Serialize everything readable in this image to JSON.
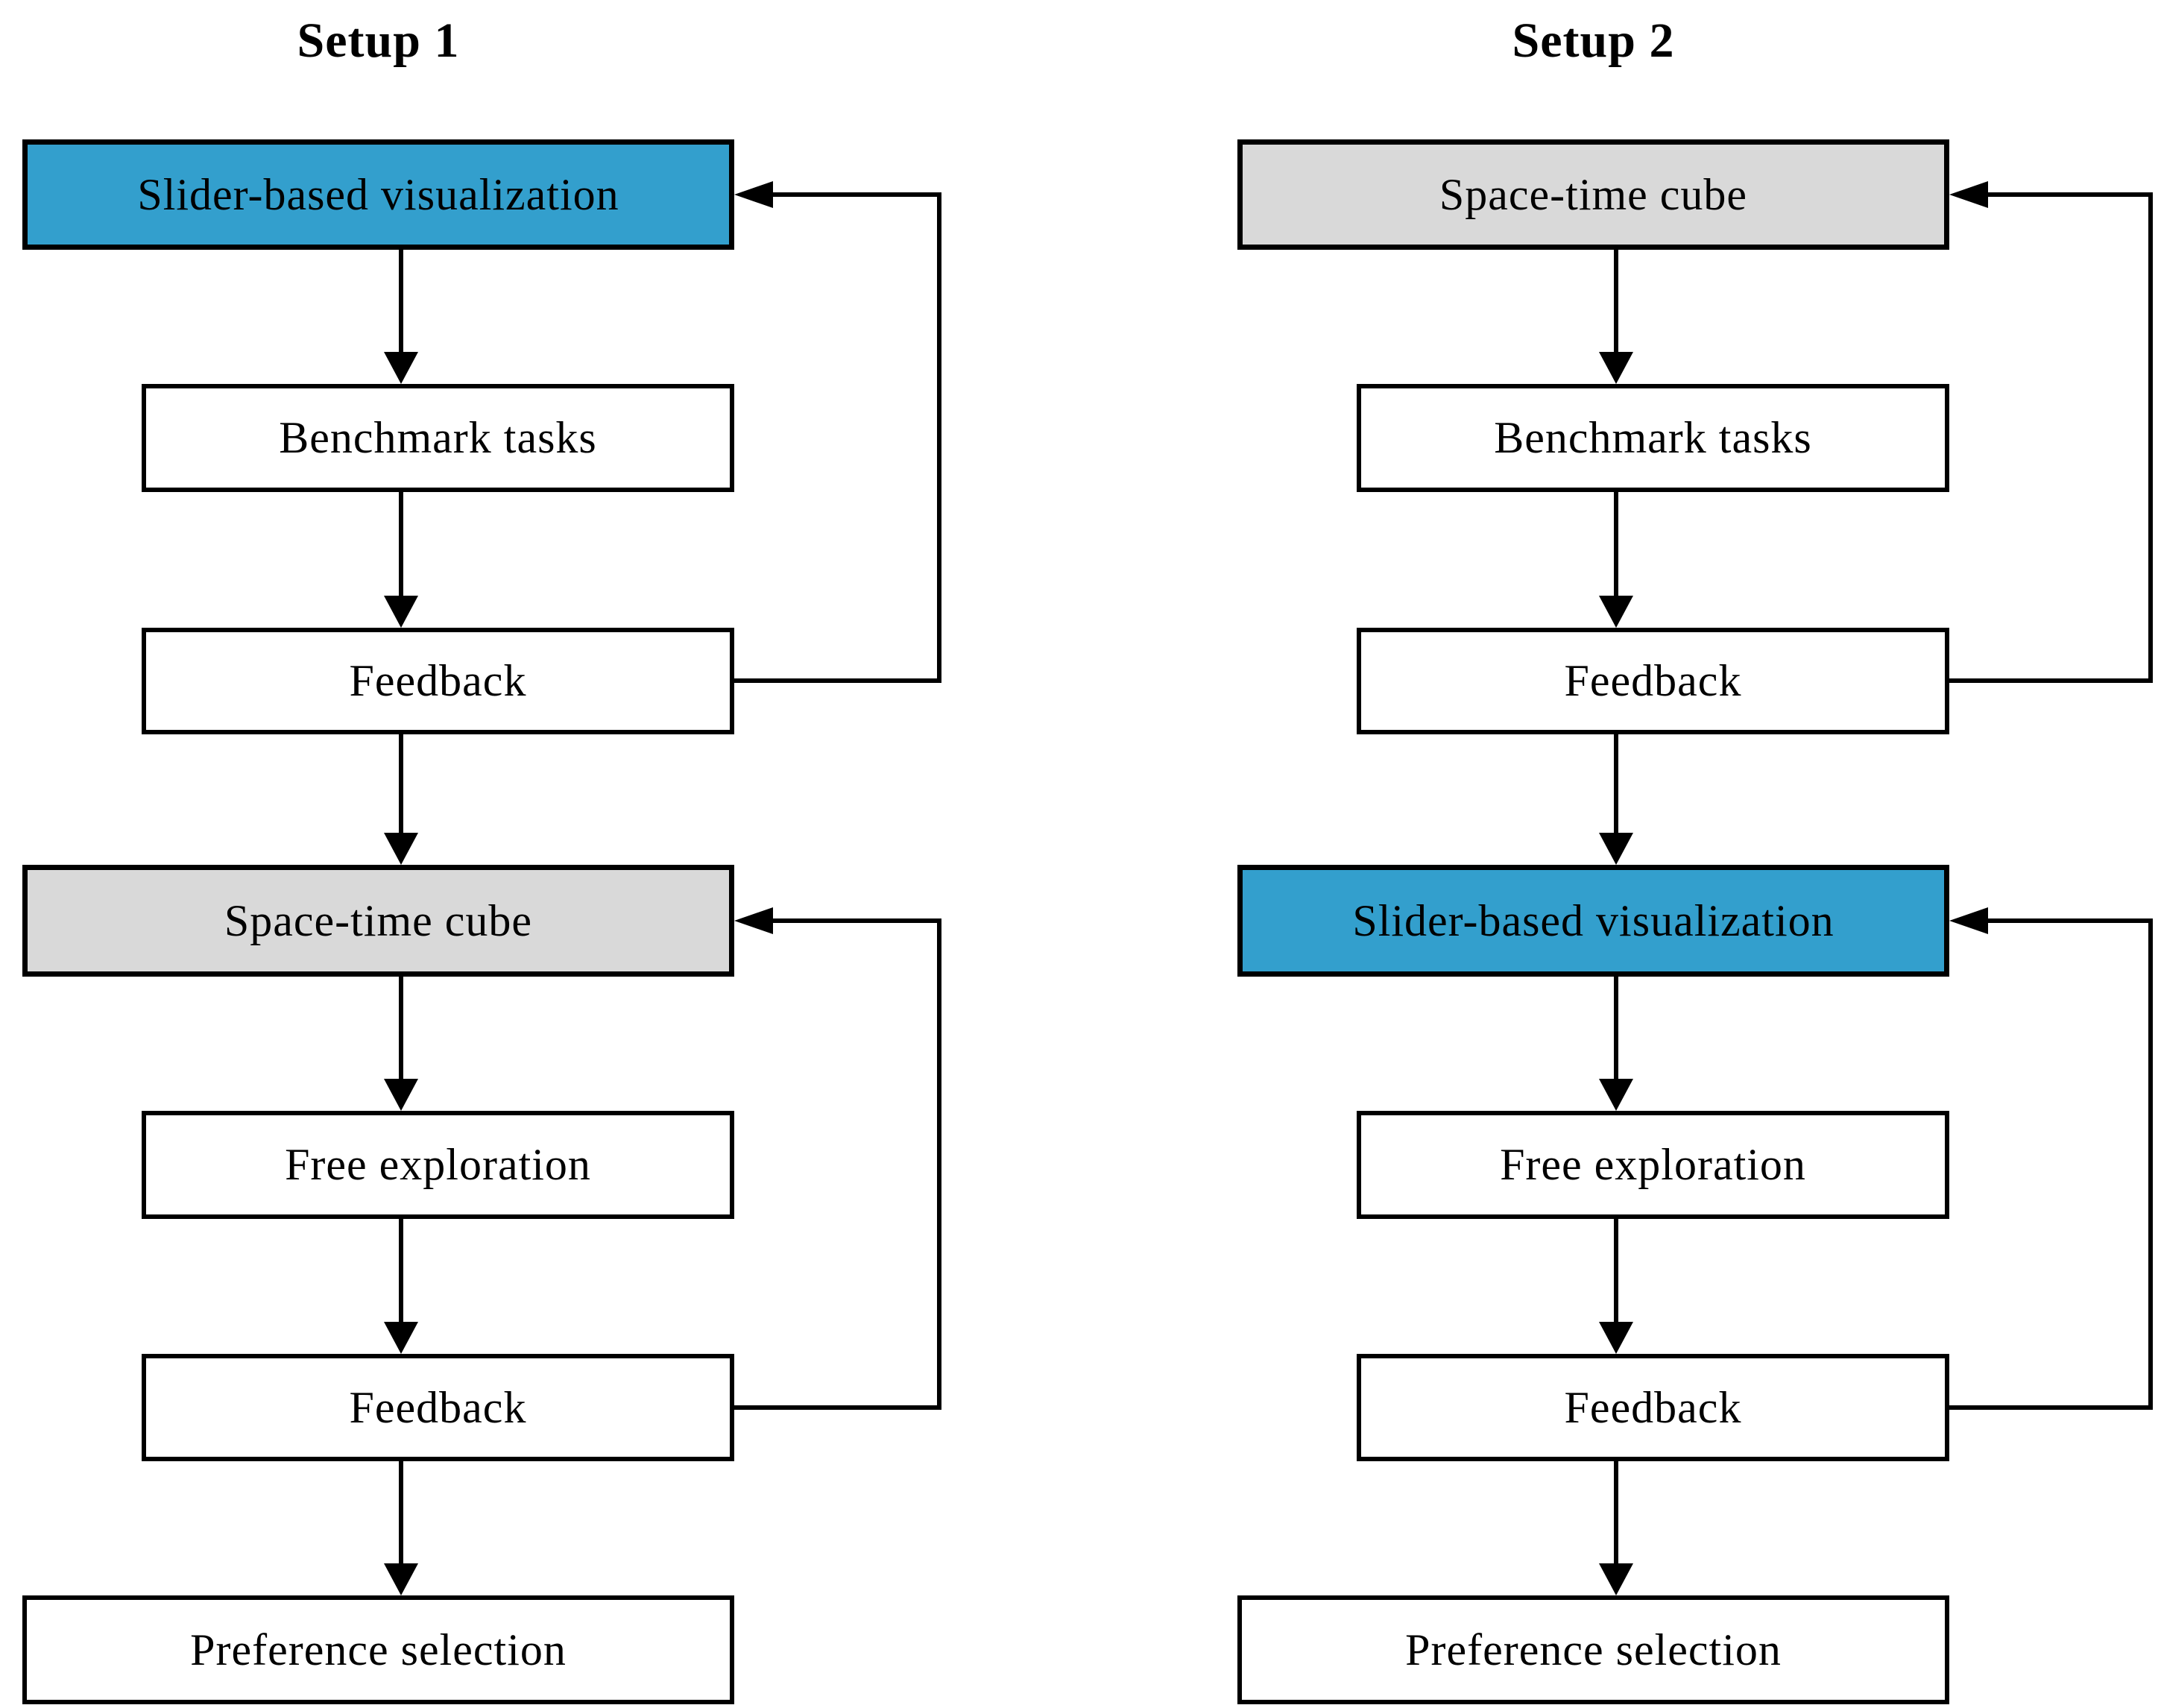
{
  "figure": {
    "background_color": "#ffffff",
    "line_color": "#000000",
    "highlight_color": "#339fcd",
    "neutral_color": "#d9d9d9",
    "plain_color": "#ffffff",
    "columns": [
      {
        "title": "Setup 1",
        "boxes": [
          {
            "label": "Slider-based visualization",
            "variant": "highlight"
          },
          {
            "label": "Benchmark tasks",
            "variant": "plain"
          },
          {
            "label": "Feedback",
            "variant": "plain"
          },
          {
            "label": "Space-time cube",
            "variant": "neutral"
          },
          {
            "label": "Free exploration",
            "variant": "plain"
          },
          {
            "label": "Feedback",
            "variant": "plain"
          },
          {
            "label": "Preference selection",
            "variant": "plain"
          }
        ],
        "loops": [
          {
            "from": "Feedback",
            "to": "Slider-based visualization"
          },
          {
            "from": "Feedback",
            "to": "Space-time cube"
          }
        ]
      },
      {
        "title": "Setup 2",
        "boxes": [
          {
            "label": "Space-time cube",
            "variant": "neutral"
          },
          {
            "label": "Benchmark tasks",
            "variant": "plain"
          },
          {
            "label": "Feedback",
            "variant": "plain"
          },
          {
            "label": "Slider-based visualization",
            "variant": "highlight"
          },
          {
            "label": "Free exploration",
            "variant": "plain"
          },
          {
            "label": "Feedback",
            "variant": "plain"
          },
          {
            "label": "Preference selection",
            "variant": "plain"
          }
        ],
        "loops": [
          {
            "from": "Feedback",
            "to": "Space-time cube"
          },
          {
            "from": "Feedback",
            "to": "Slider-based visualization"
          }
        ]
      }
    ]
  }
}
